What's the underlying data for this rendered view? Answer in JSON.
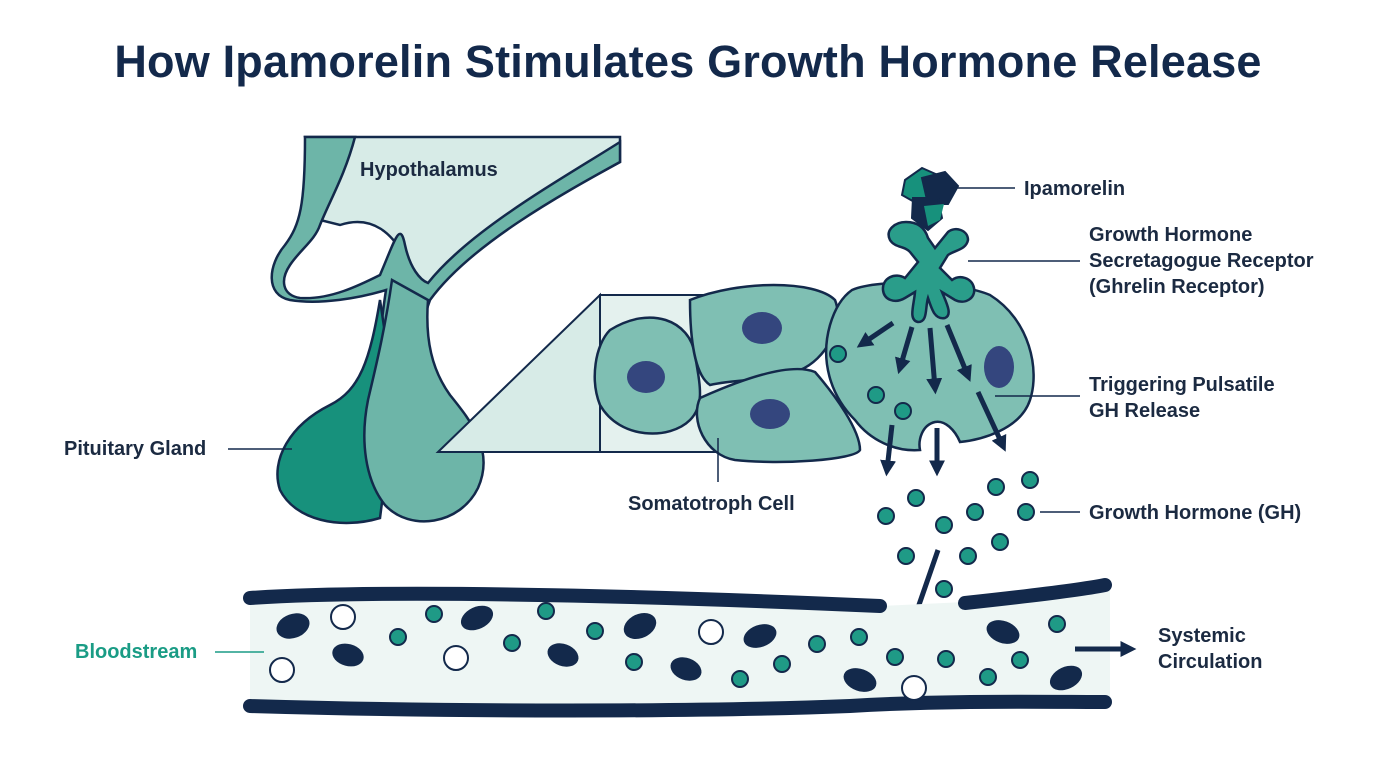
{
  "title": "How Ipamorelin Stimulates Growth Hormone Release",
  "labels": {
    "hypothalamus": "Hypothalamus",
    "pituitary": "Pituitary Gland",
    "somatotroph": "Somatotroph Cell",
    "ipamorelin": "Ipamorelin",
    "receptor_line1": "Growth Hormone",
    "receptor_line2": "Secretagogue Receptor",
    "receptor_line3": "(Ghrelin Receptor)",
    "trigger_line1": "Triggering Pulsatile",
    "trigger_line2": "GH Release",
    "gh": "Growth Hormone (GH)",
    "bloodstream": "Bloodstream",
    "systemic_line1": "Systemic",
    "systemic_line2": "Circulation"
  },
  "colors": {
    "navy": "#13294b",
    "teal_dark": "#17917c",
    "teal_mid": "#6db5a8",
    "teal_light": "#d7ebe7",
    "cell_fill": "#7fbfb3",
    "nucleus": "#34467e",
    "blood_bg": "#eef6f4",
    "accent_label": "#1a9c85"
  }
}
